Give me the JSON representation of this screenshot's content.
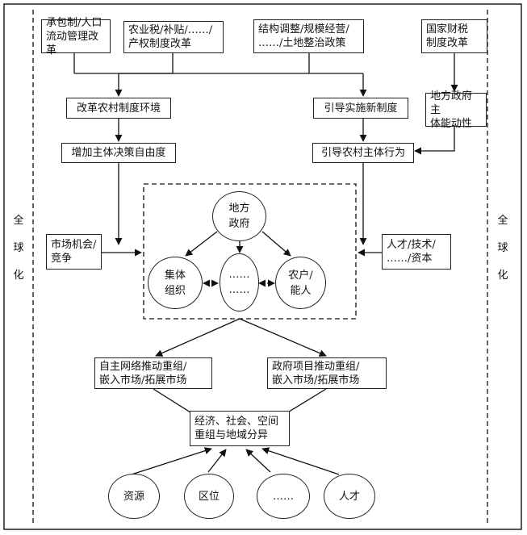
{
  "left_label": [
    "全",
    "球",
    "化"
  ],
  "right_label": [
    "全",
    "球",
    "化"
  ],
  "boxes": {
    "policy1": "承包制/人口\n流动管理改革",
    "policy2": "农业税/补贴/……/\n产权制度改革",
    "policy3": "结构调整/规模经营/\n……/土地整治政策",
    "policy4": "国家财税\n制度改革",
    "reform_env": "改革农村制度环境",
    "guide_new": "引导实施新制度",
    "local_gov_init": "地方政府主\n体能动性",
    "increase_freedom": "增加主体决策自由度",
    "guide_behavior": "引导农村主体行为",
    "market": "市场机会/\n竞争",
    "talent_tech": "人才/技术/\n……/资本",
    "network_reorg": "自主网络推动重组/\n嵌入市场/拓展市场",
    "gov_project": "政府项目推动重组/\n嵌入市场/拓展市场",
    "outcome": "经济、社会、空间\n重组与地域分异"
  },
  "circles": {
    "local_gov": "地方\n政府",
    "collective": "集体\n组织",
    "ellipsis_actor": "……\n……",
    "farmers": "农户/\n能人",
    "resources": "资源",
    "location": "区位",
    "ellipsis_factor": "……",
    "talent": "人才"
  }
}
